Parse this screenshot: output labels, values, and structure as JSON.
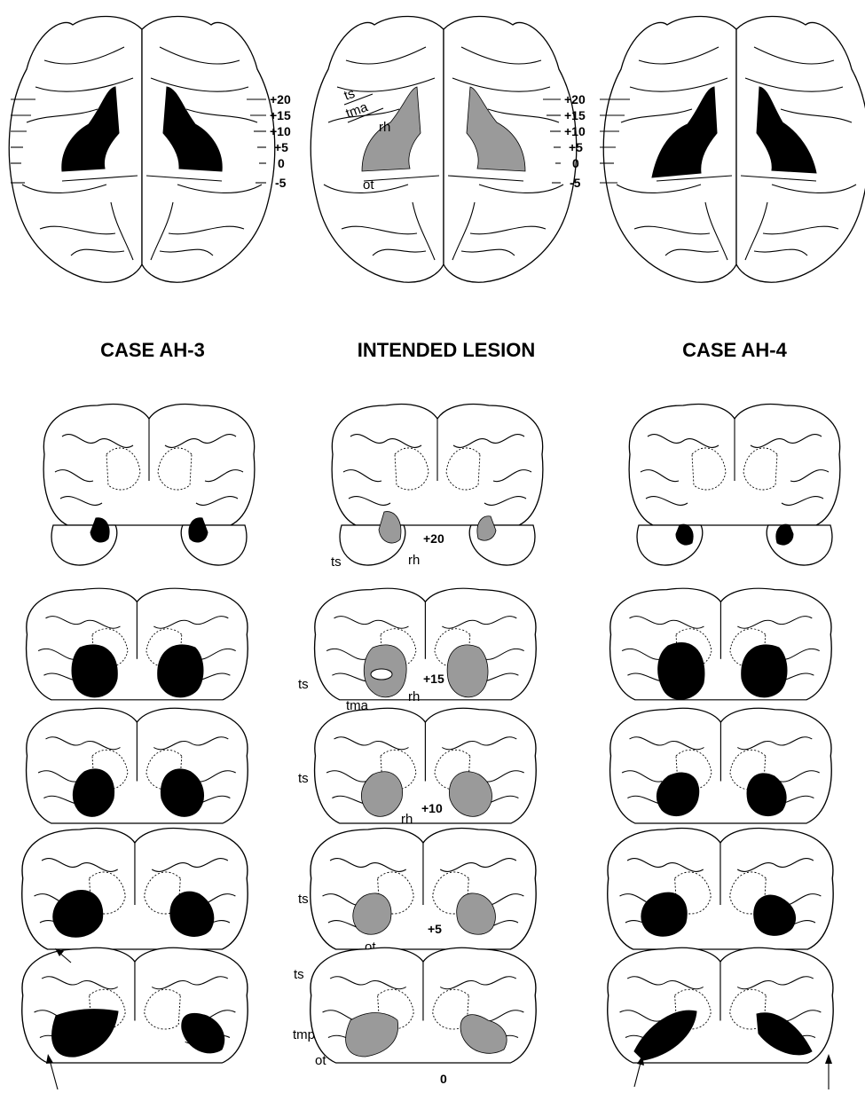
{
  "titles": {
    "left": "CASE AH-3",
    "center": "INTENDED LESION",
    "right": "CASE AH-4"
  },
  "level_marks": [
    "+20",
    "+15",
    "+10",
    "+5",
    "0",
    "-5"
  ],
  "ventral_labels": {
    "ts": "ts",
    "tma": "tma",
    "rh": "rh",
    "ot": "ot"
  },
  "section_levels": [
    "+20",
    "+15",
    "+10",
    "+5",
    "0"
  ],
  "section_labels": {
    "s1": {
      "ts": "ts",
      "rh": "rh"
    },
    "s2": {
      "ts": "ts",
      "tma": "tma",
      "rh": "rh"
    },
    "s3": {
      "ts": "ts",
      "rh": "rh"
    },
    "s4": {
      "ts": "ts",
      "ot": "ot"
    },
    "s5": {
      "ts": "ts",
      "tmp": "tmp",
      "ot": "ot"
    }
  },
  "colors": {
    "lesion": "#000000",
    "intended": "#9a9a9a"
  }
}
